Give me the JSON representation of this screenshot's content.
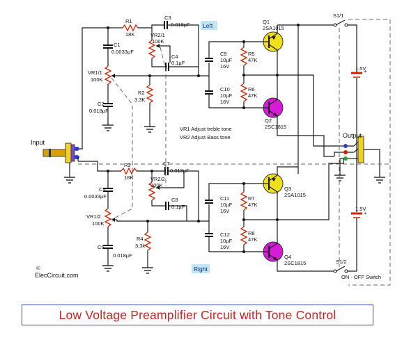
{
  "title": "Low Voltage Preamplifier Circuit with Tone Control",
  "channel_tags": {
    "left": "Left",
    "right": "Right"
  },
  "input_label": "Input",
  "output_label": "Output",
  "site": "ElecCircuit.com",
  "copyright_mark": "©",
  "notes": [
    "VR1 Adjust treble tone",
    "VR2 Adjust Bass tone"
  ],
  "switch_label": "ON - OFF Switch",
  "left": {
    "R1": [
      "R1",
      "18K"
    ],
    "C1": [
      "C1",
      "0.0033µF"
    ],
    "VR1": [
      "VR1/1",
      "100K"
    ],
    "C2": [
      "C2",
      "0.018µF"
    ],
    "C3": [
      "C3",
      "0.018µF"
    ],
    "VR2": [
      "VR2/1",
      "100K"
    ],
    "C4": [
      "C4",
      "0.1µF"
    ],
    "R2": [
      "R2",
      "3.3K"
    ],
    "C9": [
      "C9",
      "10µF",
      "16V"
    ],
    "R5": [
      "R5",
      "47K"
    ],
    "C10": [
      "C10",
      "10µF",
      "16V"
    ],
    "R6": [
      "R6",
      "47K"
    ],
    "Q1": [
      "Q1",
      "2SA1015"
    ],
    "Q2": [
      "Q2",
      "2SC1815"
    ],
    "S1": "S1/1",
    "BAT": "1.5V"
  },
  "right": {
    "R3": [
      "R3",
      "18K"
    ],
    "C5": [
      "C5",
      "0.0033µF"
    ],
    "VR1": [
      "VR1/2",
      "100K"
    ],
    "C6": [
      "C6",
      "0.018µF"
    ],
    "C7": [
      "C7",
      "0.018µF"
    ],
    "VR2": [
      "VR2/2",
      "100K"
    ],
    "C8": [
      "C8",
      "0.1µF"
    ],
    "R4": [
      "R4",
      "3.3k"
    ],
    "C11": [
      "C11",
      "10µF",
      "16V"
    ],
    "R7": [
      "R7",
      "47K"
    ],
    "C12": [
      "C12",
      "10µF",
      "16V"
    ],
    "R8": [
      "R8",
      "47K"
    ],
    "Q3": [
      "Q3",
      "2SA1015"
    ],
    "Q4": [
      "Q4",
      "2SC1815"
    ],
    "S1": "S1/2",
    "BAT": "1.5V"
  },
  "colors": {
    "wire": "#1a1a1a",
    "resistor": "#cc2200",
    "pnp": "#f0e01a",
    "npn": "#d61ad6",
    "title": "#cc2222",
    "tag_bg": "#bfe6f5",
    "battery": "#cc2200"
  }
}
